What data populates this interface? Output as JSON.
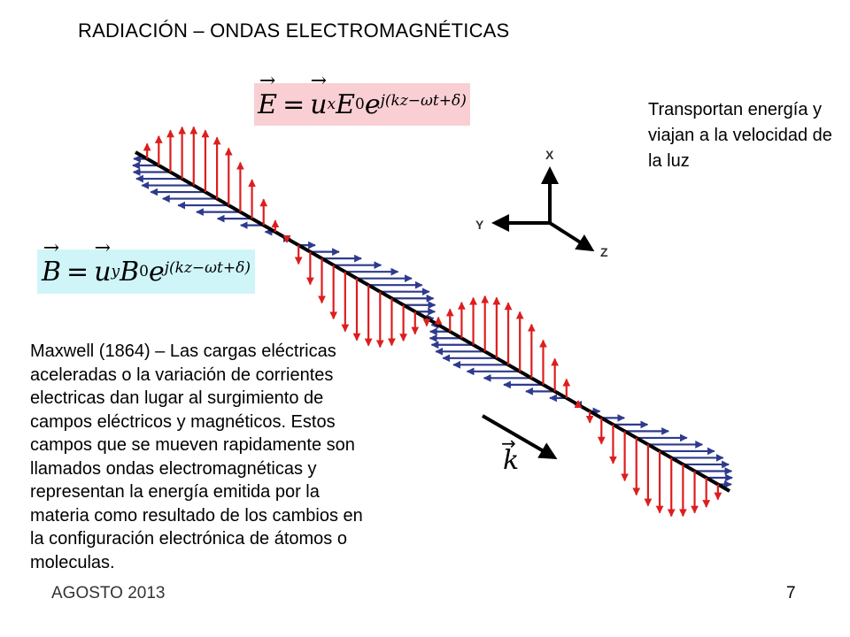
{
  "slide": {
    "title": "RADIACIÓN – ONDAS ELECTROMAGNÉTICAS",
    "side_note": "Transportan energía y viajan a la velocidad de la luz",
    "description": "Maxwell (1864) – Las cargas eléctricas aceleradas o la variación de corrientes electricas dan lugar al surgimiento de campos eléctricos y magnéticos. Estos campos que se mueven rapidamente son llamados ondas electromagnéticas y representan la energía emitida por la materia como resultado de los cambios en la configuración electrónica de átomos o moleculas.",
    "footer_date": "AGOSTO 2013",
    "page_number": "7"
  },
  "equations": {
    "electric": {
      "field": "E",
      "equals": "=",
      "unit_vector": "u",
      "unit_sub": "x",
      "amp": "E",
      "amp_sub": "0",
      "base": "e",
      "exponent": "j(kz−ωt+δ)"
    },
    "magnetic": {
      "field": "B",
      "equals": "=",
      "unit_vector": "u",
      "unit_sub": "y",
      "amp": "B",
      "amp_sub": "0",
      "base": "e",
      "exponent": "j(kz−ωt+δ)"
    }
  },
  "axes": {
    "x": "X",
    "y": "Y",
    "z": "Z"
  },
  "propagation_label": "k",
  "colors": {
    "electric_field": "#dd1e1e",
    "magnetic_field": "#2e3a8e",
    "axis": "#000000",
    "electric_eq_bg": "#f9cfd4",
    "magnetic_eq_bg": "#cff5f9"
  }
}
